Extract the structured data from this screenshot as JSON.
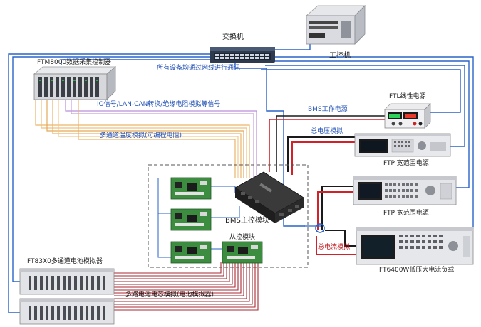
{
  "colors": {
    "wire_blue": "#2a63c9",
    "wire_red": "#d42028",
    "wire_black": "#1a1a1a",
    "wire_orange": "#e9b36a",
    "wire_purple": "#b78fd6",
    "wire_darkred": "#a62a32",
    "label_blue": "#1f4fb5",
    "label_red": "#c0151b",
    "pcb_green": "#3c8d3f",
    "bms_body": "#2b2b2b"
  },
  "icons": {
    "switch": "network-switch-icon",
    "ipc": "industrial-pc-icon",
    "daq": "data-acquisition-chassis-icon",
    "psu": "power-supply-icon",
    "load": "electronic-load-icon",
    "simulator": "battery-simulator-icon",
    "bms": "bms-master-module-icon",
    "slave": "slave-board-icon",
    "sensor": "current-sensor-icon"
  },
  "labels": {
    "switch": "交换机",
    "ipc": "工控机",
    "network_note": "所有设备均通过网线进行通讯",
    "daq": "FTM8000数据采集控制器",
    "io_signals": "IO信号/LAN-CAN转换/绝缘电阻模拟等信号",
    "temp_sim": "多通道温度模拟(可编程电阻)",
    "bms_power": "BMS工作电源",
    "ftl_psu": "FTL线性电源",
    "total_voltage": "总电压模拟",
    "ftp_psu_1": "FTP 宽范围电源",
    "ftp_psu_2": "FTP 宽范围电源",
    "bms_master": "BMS主控模块",
    "slave_module": "从控模块",
    "total_current": "总电流模拟",
    "load": "FT6400W低压大电流负载",
    "simulator": "FT83X0多通道电池模拟器",
    "cell_sim": "多路电池电芯模拟(电池模拟器)"
  }
}
